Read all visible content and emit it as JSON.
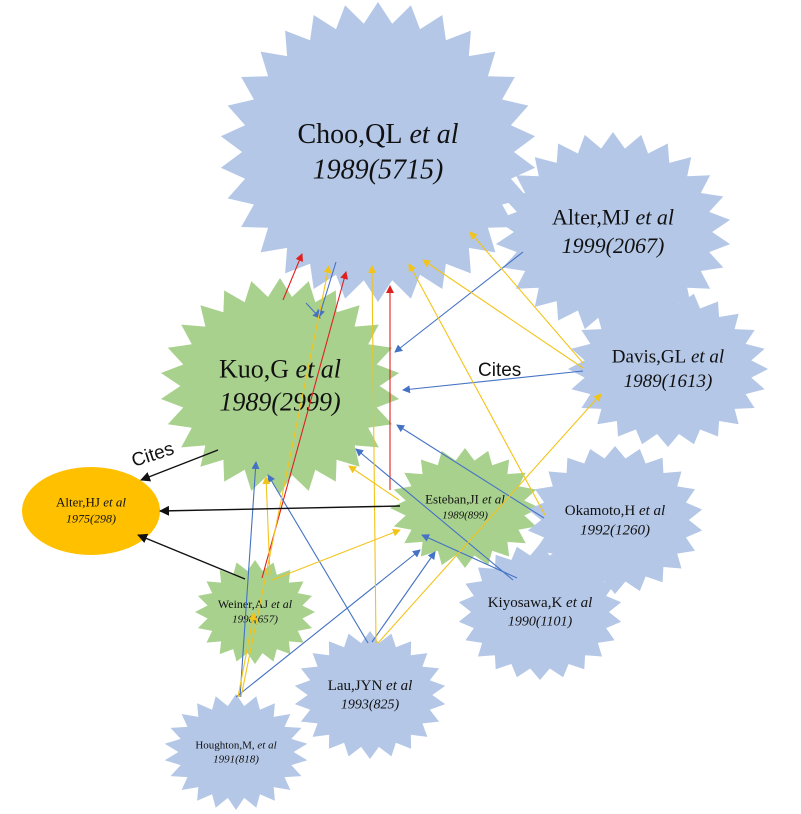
{
  "colors": {
    "blue_node": "#b4c7e7",
    "green_node": "#a9d18e",
    "gold_node": "#ffc000",
    "red_edge": "#e0201f",
    "blue_edge": "#4472c4",
    "gold_edge": "#f2c41a",
    "black_edge": "#111111"
  },
  "nodes": [
    {
      "id": "choo",
      "author": "Choo,QL",
      "etal": "et al",
      "info": "1989(5715)",
      "color": "blue_node"
    },
    {
      "id": "alter_mj",
      "author": "Alter,MJ",
      "etal": "et al",
      "info": "1999(2067)",
      "color": "blue_node"
    },
    {
      "id": "davis",
      "author": "Davis,GL",
      "etal": "et al",
      "info": "1989(1613)",
      "color": "blue_node"
    },
    {
      "id": "kuo",
      "author": "Kuo,G",
      "etal": "et al",
      "info": "1989(2999)",
      "color": "green_node"
    },
    {
      "id": "alter_hj",
      "author": "Alter,HJ",
      "etal": "et al",
      "info": "1975(298)",
      "color": "gold_node"
    },
    {
      "id": "esteban",
      "author": "Esteban,JI",
      "etal": "et al",
      "info": "1989(899)",
      "color": "green_node"
    },
    {
      "id": "okamoto",
      "author": "Okamoto,H",
      "etal": "et al",
      "info": "1992(1260)",
      "color": "blue_node"
    },
    {
      "id": "kiyosawa",
      "author": "Kiyosawa,K",
      "etal": "et al",
      "info": "1990(1101)",
      "color": "blue_node"
    },
    {
      "id": "weiner",
      "author": "Weiner,AJ",
      "etal": "et al",
      "info": "1990(657)",
      "color": "green_node"
    },
    {
      "id": "lau",
      "author": "Lau,JYN",
      "etal": "et al",
      "info": "1993(825)",
      "color": "blue_node"
    },
    {
      "id": "houghton",
      "author": "Houghton,M,",
      "etal": "et al",
      "info": "1991(818)",
      "color": "blue_node"
    }
  ],
  "edge_labels": [
    {
      "id": "cites-davis-kuo",
      "text": "Cites"
    },
    {
      "id": "cites-kuo-alterhj",
      "text": "Cites"
    }
  ],
  "edges": [
    {
      "from": "kuo",
      "to": "choo",
      "color": "red_edge"
    },
    {
      "from": "weiner",
      "to": "choo",
      "color": "red_edge"
    },
    {
      "from": "esteban",
      "to": "choo",
      "color": "red_edge"
    },
    {
      "from": "choo",
      "to": "kuo",
      "color": "blue_edge"
    },
    {
      "from": "alter_mj",
      "to": "kuo",
      "color": "blue_edge"
    },
    {
      "from": "davis",
      "to": "kuo",
      "color": "blue_edge"
    },
    {
      "from": "okamoto",
      "to": "kuo",
      "color": "blue_edge"
    },
    {
      "from": "kiyosawa",
      "to": "kuo",
      "color": "blue_edge"
    },
    {
      "from": "houghton",
      "to": "kuo",
      "color": "blue_edge"
    },
    {
      "from": "lau",
      "to": "kuo",
      "color": "blue_edge"
    },
    {
      "from": "kiyosawa",
      "to": "esteban",
      "color": "blue_edge"
    },
    {
      "from": "lau",
      "to": "esteban",
      "color": "blue_edge"
    },
    {
      "from": "houghton",
      "to": "esteban",
      "color": "blue_edge"
    },
    {
      "from": "kuo",
      "to": "choo",
      "color": "blue_edge"
    },
    {
      "from": "davis",
      "to": "alter_mj",
      "color": "gold_edge"
    },
    {
      "from": "okamoto",
      "to": "choo",
      "color": "gold_edge"
    },
    {
      "from": "davis",
      "to": "choo",
      "color": "gold_edge"
    },
    {
      "from": "lau",
      "to": "choo",
      "color": "gold_edge"
    },
    {
      "from": "houghton",
      "to": "choo",
      "color": "gold_edge"
    },
    {
      "from": "weiner",
      "to": "kuo",
      "color": "gold_edge"
    },
    {
      "from": "esteban",
      "to": "kuo",
      "color": "gold_edge"
    },
    {
      "from": "weiner",
      "to": "esteban",
      "color": "gold_edge"
    },
    {
      "from": "lau",
      "to": "davis",
      "color": "gold_edge"
    },
    {
      "from": "houghton",
      "to": "weiner",
      "color": "gold_edge"
    },
    {
      "from": "kuo",
      "to": "alter_hj",
      "color": "black_edge"
    },
    {
      "from": "esteban",
      "to": "alter_hj",
      "color": "black_edge"
    },
    {
      "from": "weiner",
      "to": "alter_hj",
      "color": "black_edge"
    }
  ]
}
